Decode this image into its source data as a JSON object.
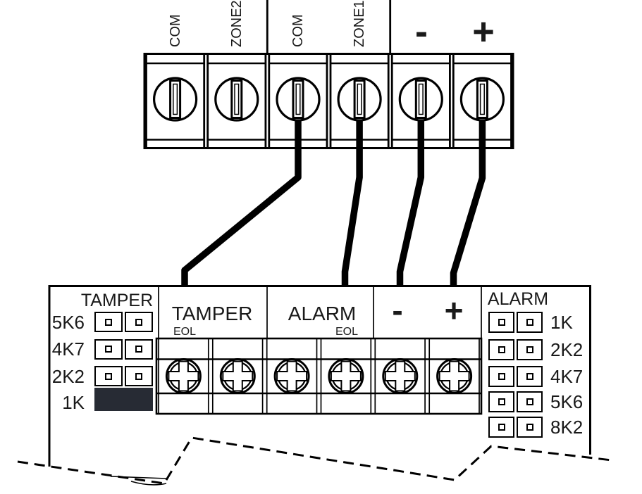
{
  "top_terminal_block": {
    "labels": [
      "COM",
      "ZONE2",
      "COM",
      "ZONE1"
    ],
    "minus": "-",
    "plus": "+"
  },
  "detector": {
    "tamper_jumper_block": {
      "title": "TAMPER",
      "rows": [
        {
          "label": "5K6",
          "state": "open"
        },
        {
          "label": "4K7",
          "state": "open"
        },
        {
          "label": "2K2",
          "state": "open"
        },
        {
          "label": "1K",
          "state": "closed"
        }
      ]
    },
    "alarm_jumper_block": {
      "title": "ALARM",
      "rows": [
        {
          "label": "1K",
          "state": "open"
        },
        {
          "label": "2K2",
          "state": "open"
        },
        {
          "label": "4K7",
          "state": "open"
        },
        {
          "label": "5K6",
          "state": "open"
        },
        {
          "label": "8K2",
          "state": "open"
        }
      ]
    },
    "terminal_sections": {
      "tamper_label": "TAMPER",
      "tamper_eol": "EOL",
      "alarm_label": "ALARM",
      "alarm_eol": "EOL",
      "minus": "-",
      "plus": "+"
    }
  },
  "colors": {
    "line": "#000000",
    "background": "#ffffff",
    "jumper_closed_fill": "#272b34"
  }
}
